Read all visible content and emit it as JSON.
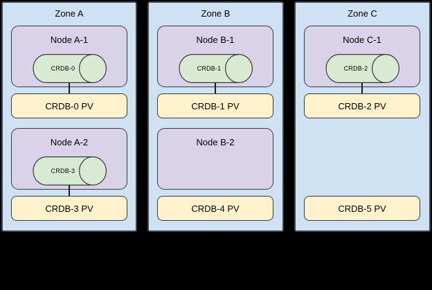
{
  "colors": {
    "canvas-bg": "#000000",
    "zone-fill": "#cfe2f3",
    "zone-border": "#3d4854",
    "node-fill": "#d9d2e9",
    "db-fill": "#d9ead3",
    "pv-fill": "#fff2cc",
    "shape-border": "#3a3a3a",
    "connector": "#1a1a1a",
    "text": "#000000"
  },
  "zones": [
    {
      "label": "Zone A",
      "slots": [
        {
          "node_label": "Node A-1",
          "db_label": "CRDB-0",
          "pv_label": "CRDB-0 PV"
        },
        {
          "node_label": "Node A-2",
          "db_label": "CRDB-3",
          "pv_label": "CRDB-3 PV"
        }
      ]
    },
    {
      "label": "Zone B",
      "slots": [
        {
          "node_label": "Node B-1",
          "db_label": "CRDB-1",
          "pv_label": "CRDB-1 PV"
        },
        {
          "node_label": "Node B-2",
          "pv_label": "CRDB-4 PV"
        }
      ]
    },
    {
      "label": "Zone C",
      "slots": [
        {
          "node_label": "Node C-1",
          "db_label": "CRDB-2",
          "pv_label": "CRDB-2 PV"
        },
        {
          "pv_label": "CRDB-5 PV"
        }
      ]
    }
  ]
}
